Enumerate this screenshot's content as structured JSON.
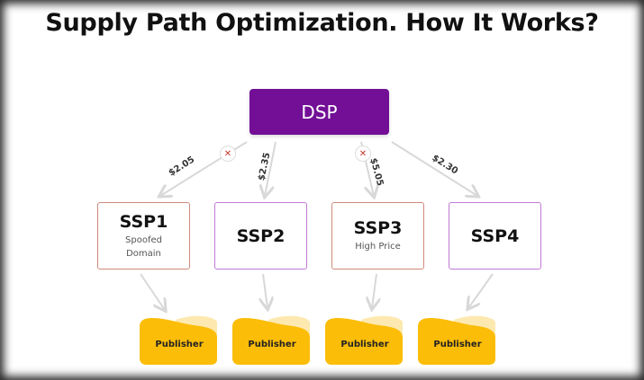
{
  "title": "Supply Path Optimization. How It Works?",
  "dsp": {
    "label": "DSP",
    "color": "#720f96"
  },
  "ssps": [
    {
      "name": "SSP1",
      "note_line1": "Spoofed",
      "note_line2": "Domain",
      "status": "rejected",
      "price": "$2.05"
    },
    {
      "name": "SSP2",
      "note_line1": "",
      "note_line2": "",
      "status": "accepted",
      "price": "$2.35"
    },
    {
      "name": "SSP3",
      "note_line1": "High Price",
      "note_line2": "",
      "status": "rejected",
      "price": "$5.05"
    },
    {
      "name": "SSP4",
      "note_line1": "",
      "note_line2": "",
      "status": "accepted",
      "price": "$2.30"
    }
  ],
  "publishers": [
    {
      "label": "Publisher"
    },
    {
      "label": "Publisher"
    },
    {
      "label": "Publisher"
    },
    {
      "label": "Publisher"
    }
  ],
  "icons": {
    "rejected": "close-x-icon"
  },
  "colors": {
    "rejected_border": "#d08a7a",
    "accepted_border": "#c07ad6",
    "publisher": "#fbbd08",
    "publisher_light": "#fde9b0",
    "arrow": "#d8d8d8",
    "reject_mark": "#c0392b"
  }
}
